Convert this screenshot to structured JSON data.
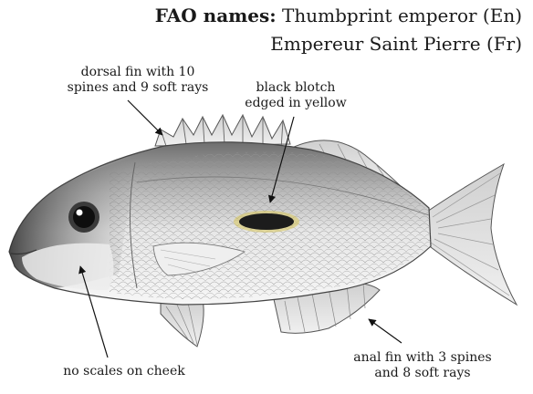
{
  "fao": {
    "label": "FAO names:",
    "english": "Thumbprint emperor (En)",
    "french": "Empereur Saint Pierre (Fr)"
  },
  "annotations": {
    "dorsal_fin": [
      "dorsal fin with 10",
      "spines and 9 soft rays"
    ],
    "blotch": [
      "black blotch",
      "edged in yellow"
    ],
    "cheek": [
      "no scales on cheek"
    ],
    "anal_fin": [
      "anal fin with 3 spines",
      "and 8 soft rays"
    ]
  }
}
